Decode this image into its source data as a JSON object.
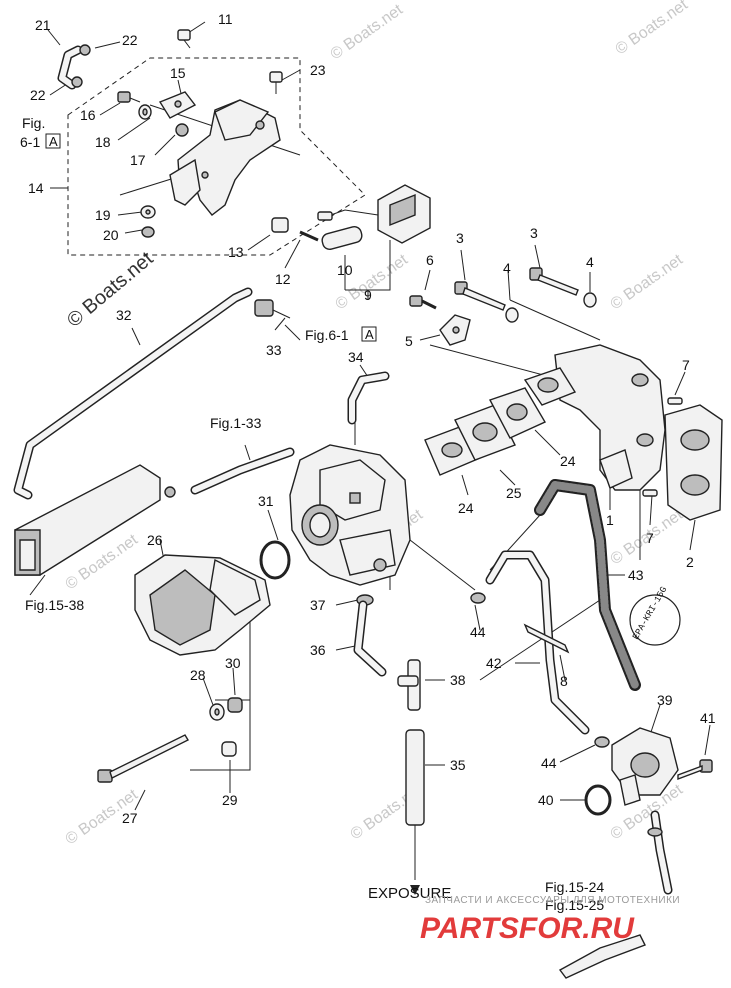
{
  "callouts": [
    {
      "id": "c21",
      "text": "21"
    },
    {
      "id": "c22a",
      "text": "22"
    },
    {
      "id": "c22b",
      "text": "22"
    },
    {
      "id": "c11",
      "text": "11"
    },
    {
      "id": "c23",
      "text": "23"
    },
    {
      "id": "c15",
      "text": "15"
    },
    {
      "id": "c16",
      "text": "16"
    },
    {
      "id": "c18",
      "text": "18"
    },
    {
      "id": "c17",
      "text": "17"
    },
    {
      "id": "c14",
      "text": "14"
    },
    {
      "id": "c19",
      "text": "19"
    },
    {
      "id": "c20",
      "text": "20"
    },
    {
      "id": "c13",
      "text": "13"
    },
    {
      "id": "c12",
      "text": "12"
    },
    {
      "id": "c10",
      "text": "10"
    },
    {
      "id": "c9",
      "text": "9"
    },
    {
      "id": "c3a",
      "text": "3"
    },
    {
      "id": "c3b",
      "text": "3"
    },
    {
      "id": "c4a",
      "text": "4"
    },
    {
      "id": "c4b",
      "text": "4"
    },
    {
      "id": "c6",
      "text": "6"
    },
    {
      "id": "c5",
      "text": "5"
    },
    {
      "id": "c7a",
      "text": "7"
    },
    {
      "id": "c7b",
      "text": "7"
    },
    {
      "id": "c1",
      "text": "1"
    },
    {
      "id": "c2",
      "text": "2"
    },
    {
      "id": "c24a",
      "text": "24"
    },
    {
      "id": "c24b",
      "text": "24"
    },
    {
      "id": "c25",
      "text": "25"
    },
    {
      "id": "c32",
      "text": "32"
    },
    {
      "id": "c33",
      "text": "33"
    },
    {
      "id": "c34",
      "text": "34"
    },
    {
      "id": "c31",
      "text": "31"
    },
    {
      "id": "c26",
      "text": "26"
    },
    {
      "id": "c37",
      "text": "37"
    },
    {
      "id": "c36",
      "text": "36"
    },
    {
      "id": "c38",
      "text": "38"
    },
    {
      "id": "c35",
      "text": "35"
    },
    {
      "id": "c28",
      "text": "28"
    },
    {
      "id": "c30",
      "text": "30"
    },
    {
      "id": "c29",
      "text": "29"
    },
    {
      "id": "c27",
      "text": "27"
    },
    {
      "id": "c44a",
      "text": "44"
    },
    {
      "id": "c44b",
      "text": "44"
    },
    {
      "id": "c42",
      "text": "42"
    },
    {
      "id": "c43",
      "text": "43"
    },
    {
      "id": "c8",
      "text": "8"
    },
    {
      "id": "c39",
      "text": "39"
    },
    {
      "id": "c41",
      "text": "41"
    },
    {
      "id": "c40",
      "text": "40"
    }
  ],
  "references": {
    "fig_6_1_left": "Fig.",
    "fig_6_1_left2": "6-1",
    "fig_6_1_box": "A",
    "fig_6_1_right": "Fig.6-1",
    "fig_6_1_right_box": "A",
    "fig_1_33": "Fig.1-33",
    "fig_15_38": "Fig.15-38",
    "fig_15_24": "Fig.15-24",
    "fig_15_25": "Fig.15-25",
    "exposure": "EXPOSURE",
    "hose_tag": "EPA-KRI-15G"
  },
  "watermarks": [
    "© Boats.net",
    "© Boats.net",
    "© Boats.net",
    "© Boats.net",
    "© Boats.net",
    "© Boats.net",
    "© Boats.net",
    "© Boats.net",
    "© Boats.net",
    "© Boats.net"
  ],
  "branding": {
    "logo": "PARTSFOR.RU",
    "tagline": "ЗАПЧАСТИ И АКСЕССУАРЫ ДЛЯ МОТОТЕХНИКИ"
  }
}
